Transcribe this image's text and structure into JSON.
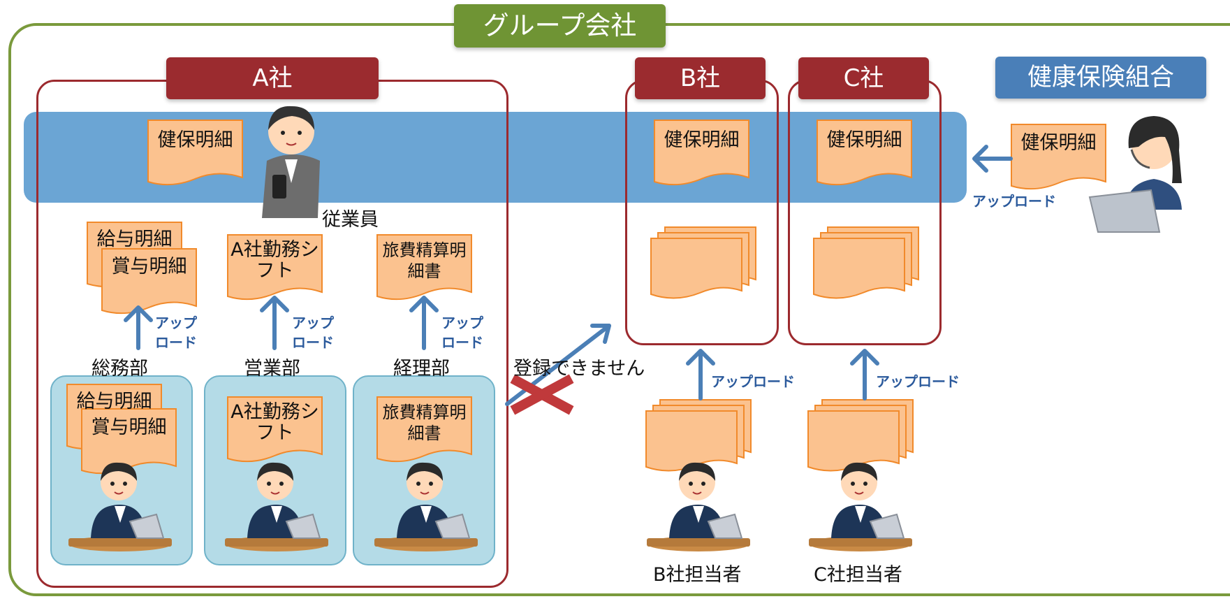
{
  "group": {
    "title": "グループ会社"
  },
  "companies": {
    "a": {
      "title": "A社"
    },
    "b": {
      "title": "B社"
    },
    "c": {
      "title": "C社"
    }
  },
  "health_insurance": {
    "title": "健康保険組合",
    "doc": "健保明細",
    "upload": "アップロード"
  },
  "employee": {
    "label": "従業員"
  },
  "docs": {
    "kenpo": "健保明細",
    "kyuyo": "給与明細",
    "shoyo": "賞与明細",
    "shift": "A社勤務シフト",
    "ryohi": "旅費精算明細書"
  },
  "departments": {
    "soumu": {
      "label": "総務部",
      "upload": "アップロード"
    },
    "eigyo": {
      "label": "営業部",
      "upload": "アップロード"
    },
    "keiri": {
      "label": "経理部",
      "upload": "アップロード"
    }
  },
  "cannot_register": "登録できません",
  "b_upload": "アップロード",
  "c_upload": "アップロード",
  "b_person": "B社担当者",
  "c_person": "C社担当者",
  "colors": {
    "group_green": "#6f9434",
    "company_red": "#9b2b2f",
    "band_blue": "#6ba5d4",
    "doc_orange": "#fbc28f",
    "arrow_blue": "#4b7fb6",
    "cross_red": "#c0393b",
    "dept_blue": "#b4dbe7"
  }
}
